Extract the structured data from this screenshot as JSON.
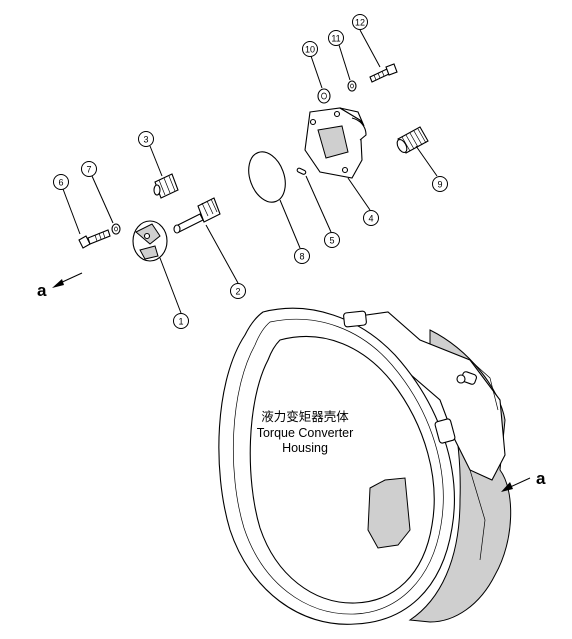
{
  "callouts": [
    "1",
    "2",
    "3",
    "4",
    "5",
    "6",
    "7",
    "8",
    "9",
    "10",
    "11",
    "12"
  ],
  "housing_label": {
    "chinese": "液力变矩器壳体",
    "english_line1": "Torque Converter",
    "english_line2": "Housing"
  },
  "view_arrows": {
    "left": "a",
    "right": "a"
  }
}
